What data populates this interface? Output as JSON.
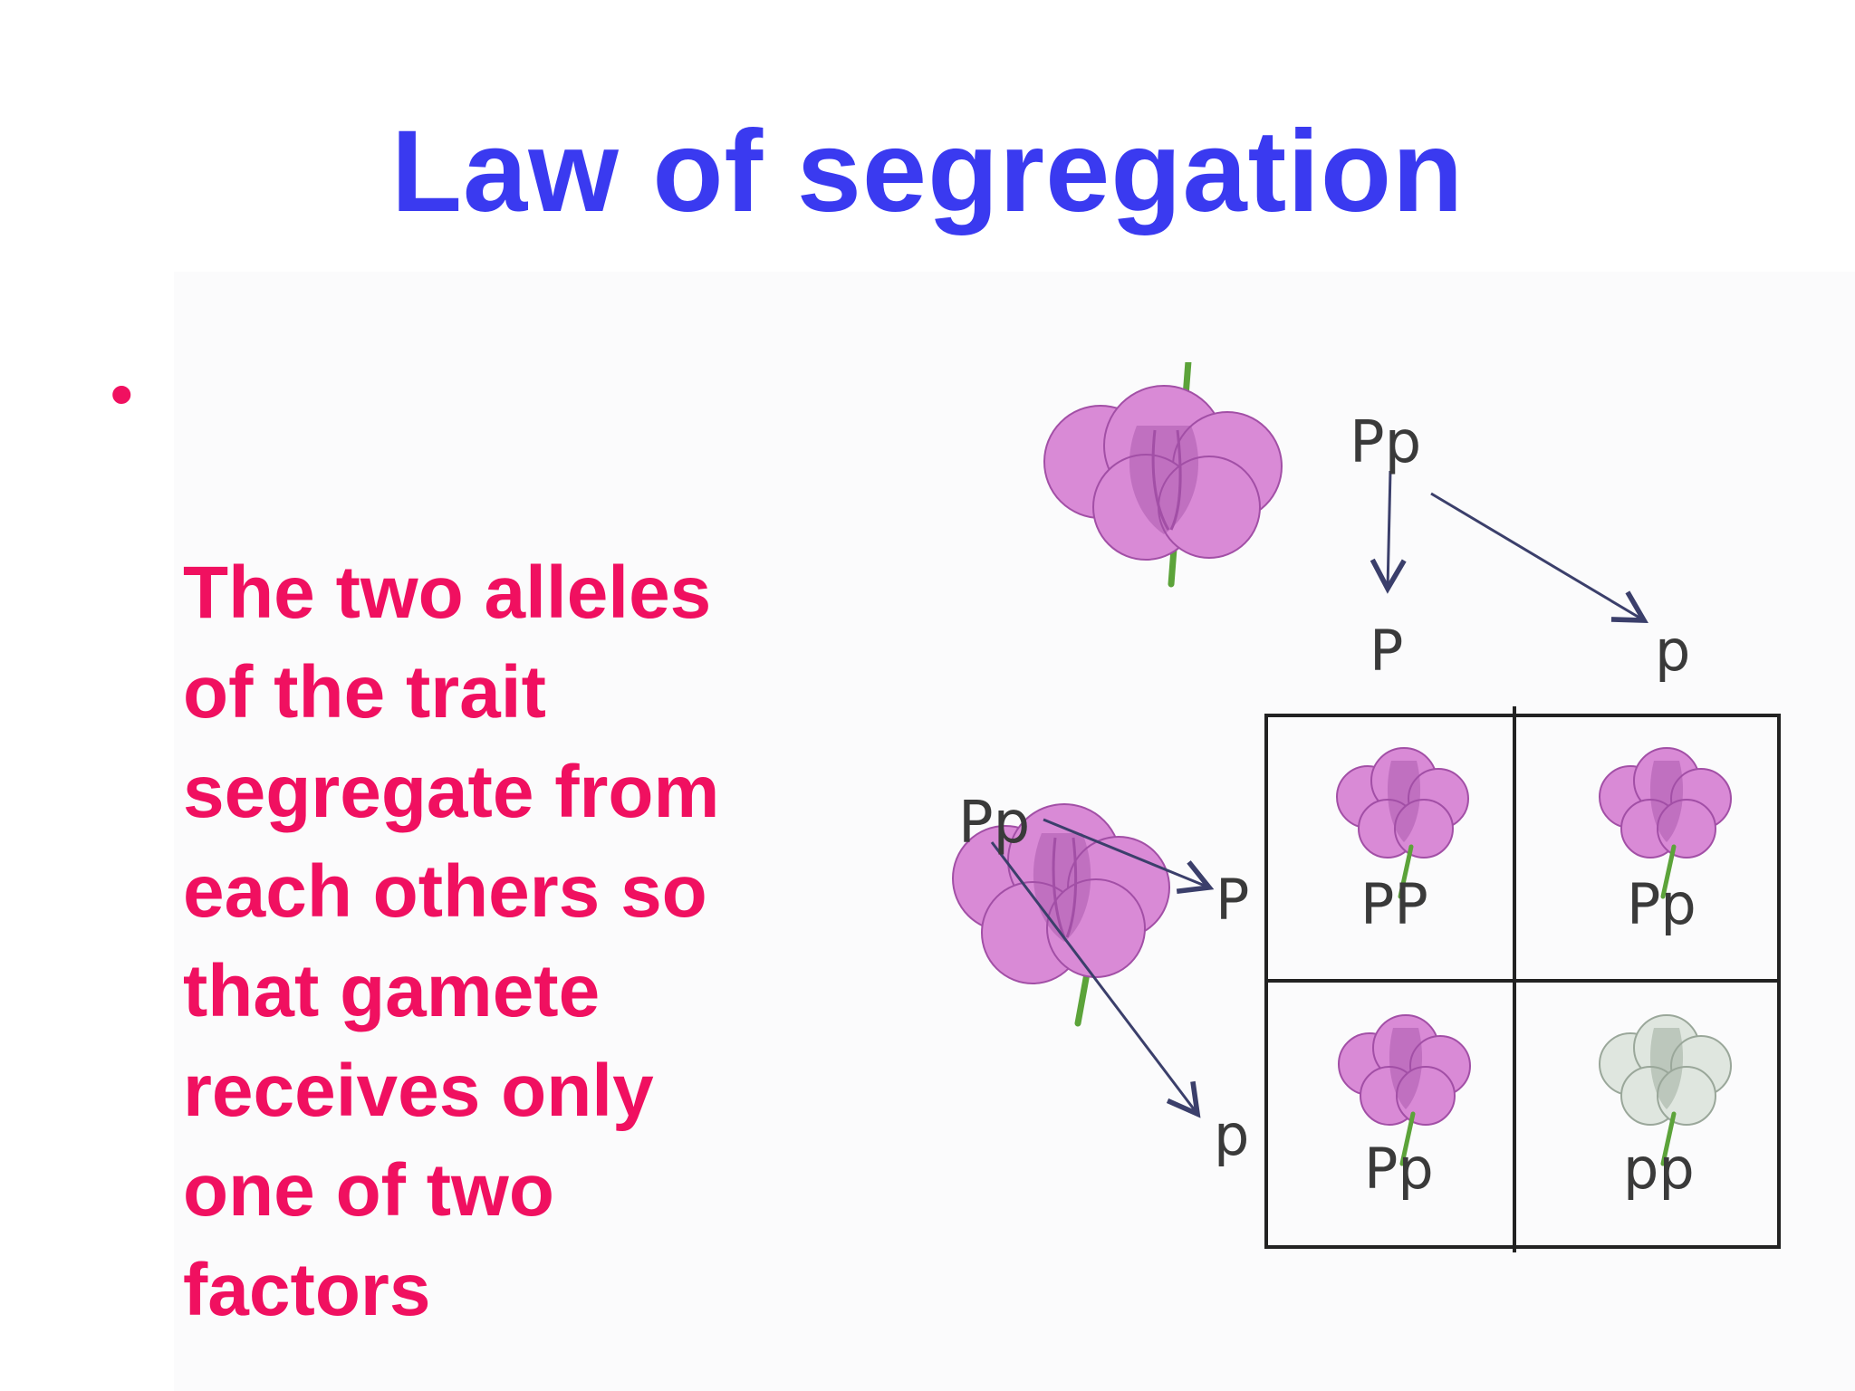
{
  "slide": {
    "title": "Law of segregation",
    "title_color": "#3a3af0",
    "text_color": "#f01060",
    "bullets": [
      {
        "symbol": "•",
        "text": "The two alleles\nof the trait\nsegregate from\neach others so\nthat gamete\nreceives only\none of two\nfactors"
      }
    ]
  },
  "diagram": {
    "parent_top": {
      "genotype": "Pp",
      "color": "purple"
    },
    "parent_left": {
      "genotype": "Pp",
      "color": "purple"
    },
    "gametes_top": [
      "P",
      "p"
    ],
    "gametes_left": [
      "P",
      "p"
    ],
    "offspring": [
      {
        "genotype": "PP",
        "color": "purple"
      },
      {
        "genotype": "Pp",
        "color": "purple"
      },
      {
        "genotype": "Pp",
        "color": "purple"
      },
      {
        "genotype": "pp",
        "color": "white"
      }
    ],
    "colors": {
      "petal_purple": "#d98ad6",
      "petal_purple_dark": "#a24fa6",
      "petal_white": "#dfe6df",
      "petal_white_dark": "#9aa79a",
      "stem": "#5ca33a",
      "arrow": "#3b3f6b",
      "grid": "#222222",
      "label": "#3a3a3a"
    }
  }
}
